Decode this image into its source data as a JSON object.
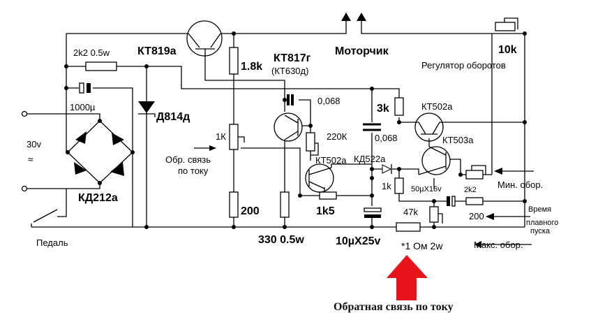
{
  "labels": {
    "r_2k2": "2k2 0.5w",
    "kt819": "КТ819а",
    "r_1_8k": "1.8k",
    "kt817": "КТ817г",
    "kt630": "(КТ630д)",
    "motor": "Моторчик",
    "pot_10k": "10k",
    "speed_reg": "Регулятор оборотов",
    "c_1000": "1000µ",
    "d814": "Д814д",
    "c_068a": "0,068",
    "r_3k": "3k",
    "kt502_right": "КТ502а",
    "v30": "30v",
    "ac": "≈",
    "pot_1k": "1К",
    "r_220k": "220К",
    "c_068b": "0,068",
    "kt503": "КТ503а",
    "fb_line1": "Обр. связь",
    "fb_line2": "по току",
    "kt502_left": "КТ502а",
    "kd522": "КД522а",
    "r_1k": "1k",
    "c_50": "50µX16v",
    "pot_2k2": "2k2",
    "min_speed": "Мин. обор.",
    "kd212": "КД212а",
    "r_1k5": "1k5",
    "r_200_left": "200",
    "r_200_right": "200",
    "r_47k": "47k",
    "soft1": "Время",
    "soft2": "плавного",
    "soft3": "пуска",
    "pedal": "Педаль",
    "r_330": "330 0.5w",
    "c_10": "10µX25v",
    "r_1ohm": "*1 Ом 2w",
    "max_speed": "Макс. обор.",
    "caption": "Обратная связь по току"
  },
  "colors": {
    "arrow": "#e8141c",
    "wire": "#000000"
  }
}
